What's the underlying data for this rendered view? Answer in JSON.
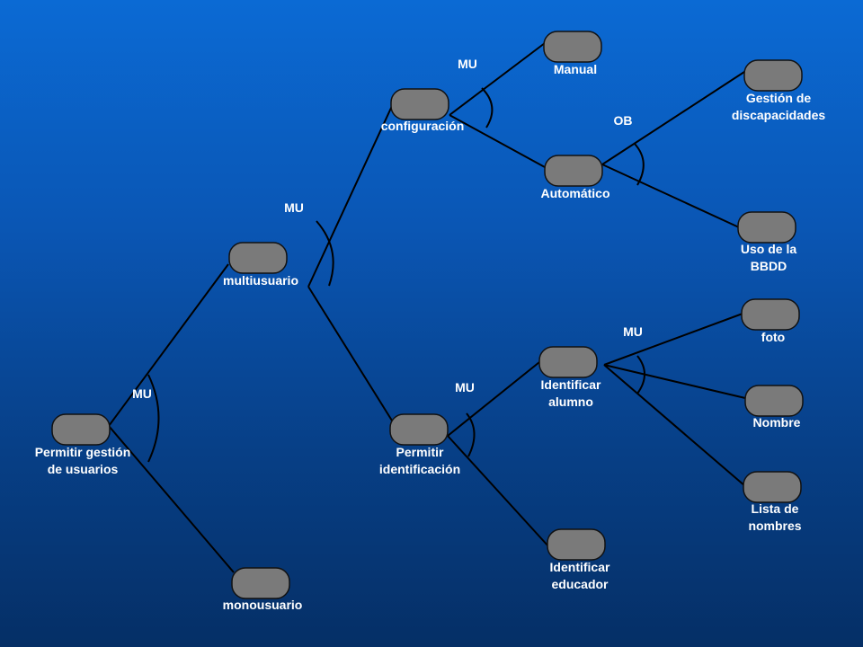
{
  "colors": {
    "background_top": "#0b6ad4",
    "background_bottom": "#052f66",
    "node_fill": "#7a7a7a",
    "node_stroke": "#111111",
    "line": "#000000",
    "text": "#ffffff"
  },
  "diagram": {
    "nodes": {
      "root": {
        "label": "Permitir gestión\nde usuarios"
      },
      "multi": {
        "label": "multiusuario"
      },
      "mono": {
        "label": "monousuario"
      },
      "config": {
        "label": "configuración"
      },
      "ident": {
        "label": "Permitir\nidentificación"
      },
      "manual": {
        "label": "Manual"
      },
      "auto": {
        "label": "Automático"
      },
      "gestion": {
        "label": "Gestión de\ndiscapacidades"
      },
      "bbdd": {
        "label": "Uso de la BBDD"
      },
      "alumno": {
        "label": "Identificar\nalumno"
      },
      "educador": {
        "label": "Identificar\neducador"
      },
      "foto": {
        "label": "foto"
      },
      "nombre": {
        "label": "Nombre"
      },
      "lista": {
        "label": "Lista de nombres"
      }
    },
    "edges": [
      {
        "from": "root",
        "to": "multi"
      },
      {
        "from": "root",
        "to": "mono"
      },
      {
        "from": "multi",
        "to": "config"
      },
      {
        "from": "multi",
        "to": "ident"
      },
      {
        "from": "config",
        "to": "manual"
      },
      {
        "from": "config",
        "to": "auto"
      },
      {
        "from": "auto",
        "to": "gestion"
      },
      {
        "from": "auto",
        "to": "bbdd"
      },
      {
        "from": "ident",
        "to": "alumno"
      },
      {
        "from": "ident",
        "to": "educador"
      },
      {
        "from": "alumno",
        "to": "foto"
      },
      {
        "from": "alumno",
        "to": "nombre"
      },
      {
        "from": "alumno",
        "to": "lista"
      }
    ],
    "relations": {
      "r_root": {
        "label": "MU"
      },
      "r_multi": {
        "label": "MU"
      },
      "r_config": {
        "label": "MU"
      },
      "r_auto": {
        "label": "OB"
      },
      "r_ident": {
        "label": "MU"
      },
      "r_alumno": {
        "label": "MU"
      }
    }
  }
}
